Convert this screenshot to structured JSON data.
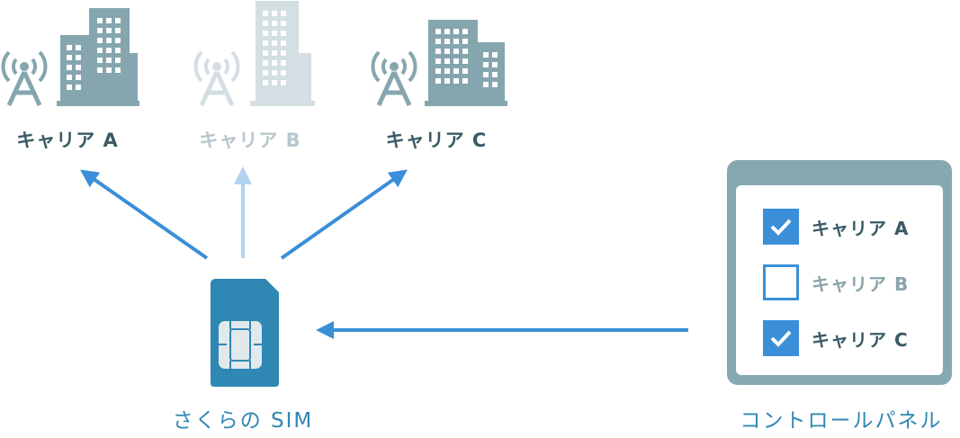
{
  "carriers": [
    {
      "label": "キャリア A",
      "state": "active"
    },
    {
      "label": "キャリア B",
      "state": "inactive"
    },
    {
      "label": "キャリア C",
      "state": "active"
    }
  ],
  "sim": {
    "caption": "さくらの SIM"
  },
  "control_panel": {
    "caption": "コントロールパネル",
    "options": [
      {
        "label": "キャリア A",
        "checked": true
      },
      {
        "label": "キャリア B",
        "checked": false
      },
      {
        "label": "キャリア C",
        "checked": true
      }
    ]
  },
  "colors": {
    "active_icon": "#86a6af",
    "inactive_icon": "#d4dfe3",
    "active_arrow": "#3a8fd8",
    "inactive_arrow": "#b3d3ef",
    "sim_body": "#2f87b3",
    "dark_text": "#3a5a66",
    "caption_text": "#2f87b3"
  }
}
